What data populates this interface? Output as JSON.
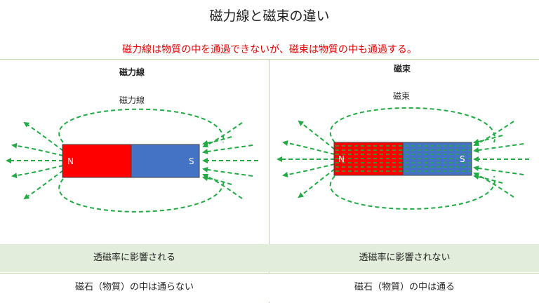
{
  "title": "磁力線と磁束の違い",
  "subtitle": "磁力線は物質の中を通過できないが、磁束は物質の中も通過する。",
  "left_panel": {
    "heading": "磁力線",
    "field_label": "磁力線",
    "north_label": "N",
    "south_label": "S"
  },
  "right_panel": {
    "heading": "磁束",
    "field_label": "磁束",
    "north_label": "N",
    "south_label": "S"
  },
  "rows": [
    {
      "left": "透磁率に影響される",
      "right": "透磁率に影響されない"
    },
    {
      "left": "磁石（物質）の中は通らない",
      "right": "磁石（物質）の中は通る"
    }
  ],
  "colors": {
    "north": "#ff0000",
    "south": "#4472c4",
    "field_line": "#22aa44",
    "subtitle": "#e00000",
    "table_shade": "#e2eedb"
  }
}
